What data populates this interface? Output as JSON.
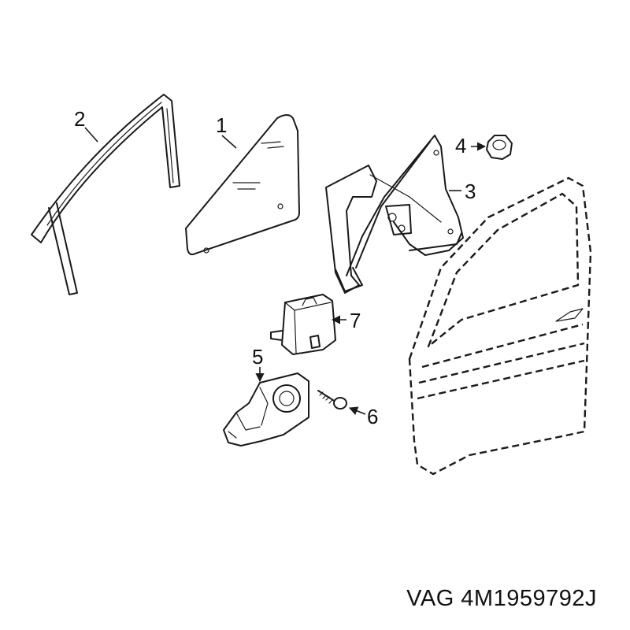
{
  "callouts": {
    "c1": "1",
    "c2": "2",
    "c3": "3",
    "c4": "4",
    "c5": "5",
    "c6": "6",
    "c7": "7"
  },
  "caption": "VAG 4M1959792J"
}
